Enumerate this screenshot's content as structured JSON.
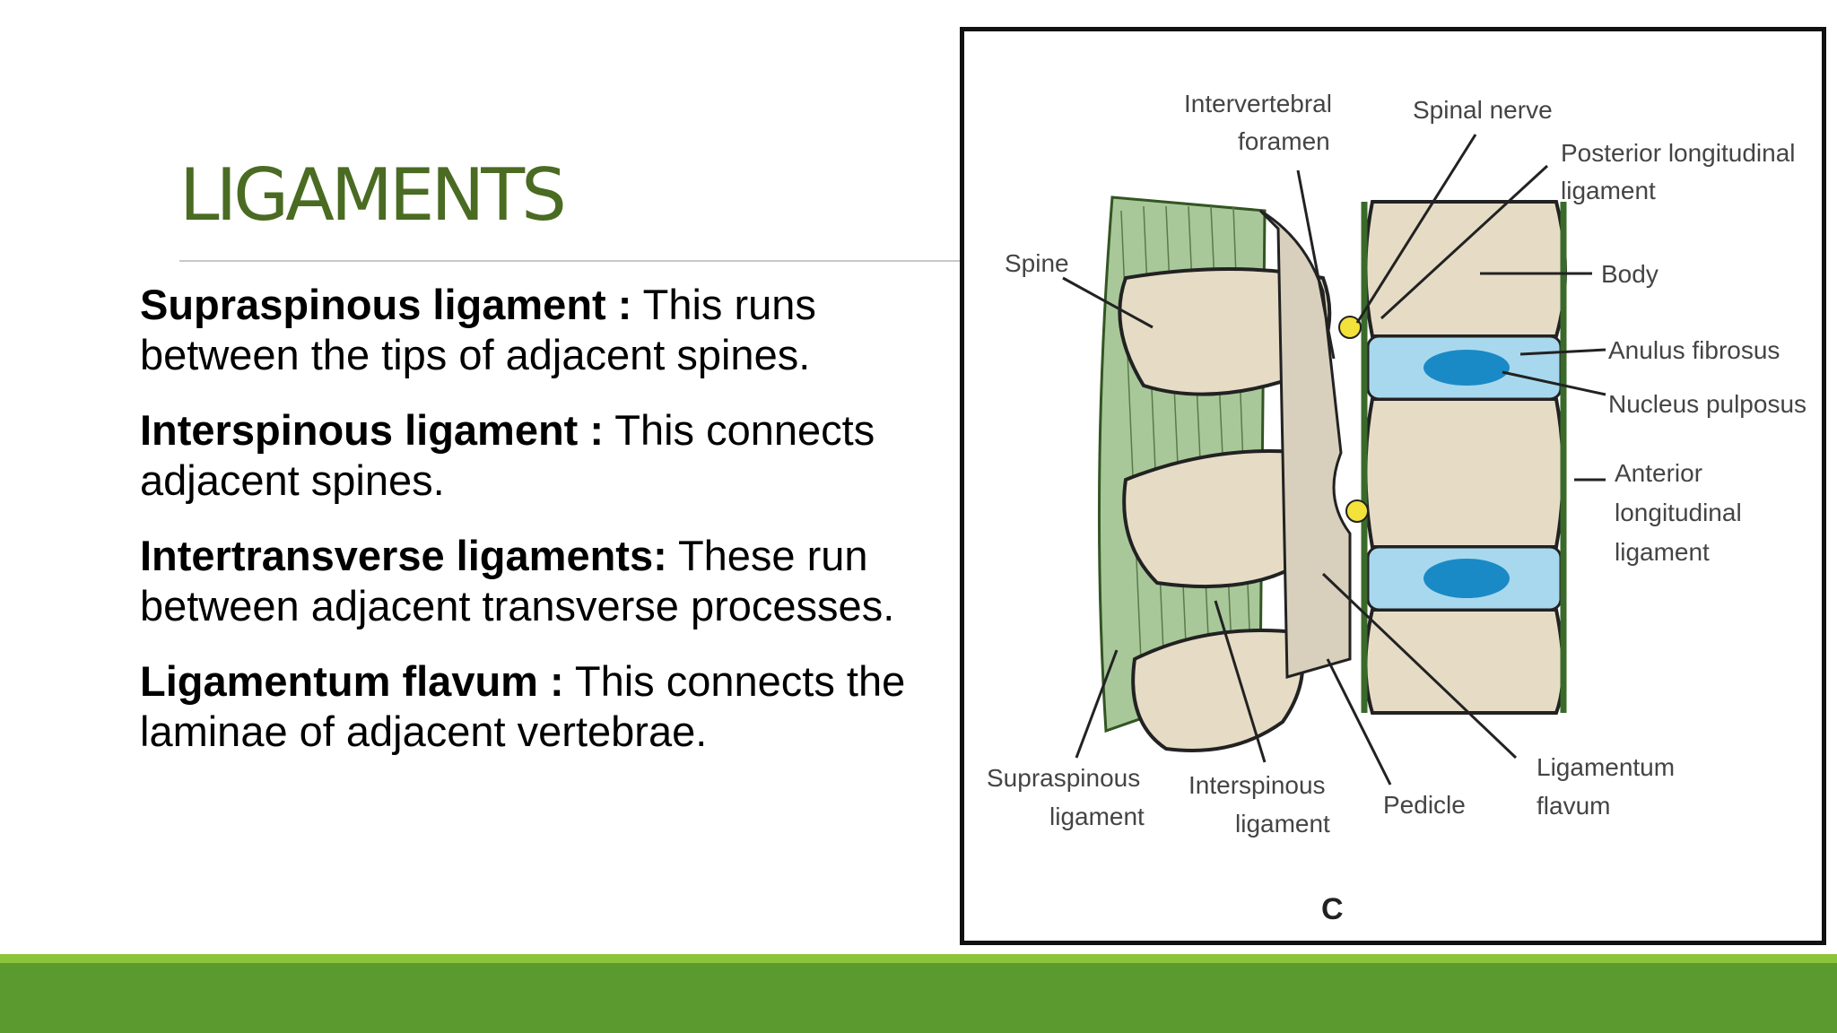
{
  "slide": {
    "title": "LIGAMENTS",
    "paragraphs": [
      {
        "term": "Supraspinous ligament :",
        "line1_rest": " This runs",
        "line2": "between the tips of adjacent spines."
      },
      {
        "term": "Interspinous ligament :",
        "line1_rest": " This connects",
        "line2": "adjacent spines."
      },
      {
        "term": "Intertransverse ligaments:",
        "line1_rest": " These run",
        "line2": "between adjacent transverse processes."
      },
      {
        "term": "Ligamentum flavum :",
        "line1_rest": " This connects the",
        "line2": "laminae of adjacent vertebrae."
      }
    ]
  },
  "figure": {
    "labels": {
      "intervertebral_foramen_1": "Intervertebral",
      "intervertebral_foramen_2": "foramen",
      "spinal_nerve": "Spinal nerve",
      "posterior_longitudinal_1": "Posterior longitudinal",
      "posterior_longitudinal_2": "ligament",
      "spine": "Spine",
      "body": "Body",
      "anulus_fibrosus": "Anulus fibrosus",
      "nucleus_pulposus": "Nucleus pulposus",
      "anterior_longitudinal_1": "Anterior",
      "anterior_longitudinal_2": "longitudinal",
      "anterior_longitudinal_3": "ligament",
      "supraspinous_1": "Supraspinous",
      "supraspinous_2": "ligament",
      "interspinous_1": "Interspinous",
      "interspinous_2": "ligament",
      "pedicle": "Pedicle",
      "ligamentum_flavum_1": "Ligamentum",
      "ligamentum_flavum_2": "flavum",
      "panel_letter": "C"
    }
  },
  "colors": {
    "title": "#4a6b22",
    "bar_light": "#8cc43c",
    "bar_dark": "#5a9a2e",
    "bone": "#e6dcc6",
    "ligament_green": "#a8c89a",
    "disc_blue": "#a8d8ee",
    "nucleus_blue": "#1a8ac6",
    "nerve_yellow": "#f2e23a"
  }
}
